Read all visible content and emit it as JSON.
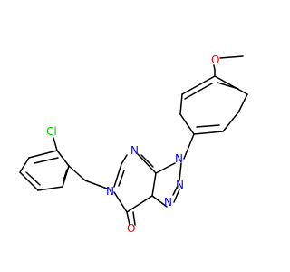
{
  "colors": {
    "background": "#ffffff",
    "bond": "#000000",
    "carbon": "#000000",
    "nitrogen": "#0000ff",
    "oxygen": "#ff0000",
    "chlorine": "#00cc00"
  },
  "atoms": {
    "chlorine": "Cl",
    "oxygen_methoxy": "O",
    "n_pyrimidine_top": "N",
    "n_triazole_n3": "N",
    "n_triazole_n2": "N",
    "n_triazole_n1": "N",
    "n_pyrimidine_benzyl": "N",
    "oxygen_carbonyl": "O"
  }
}
